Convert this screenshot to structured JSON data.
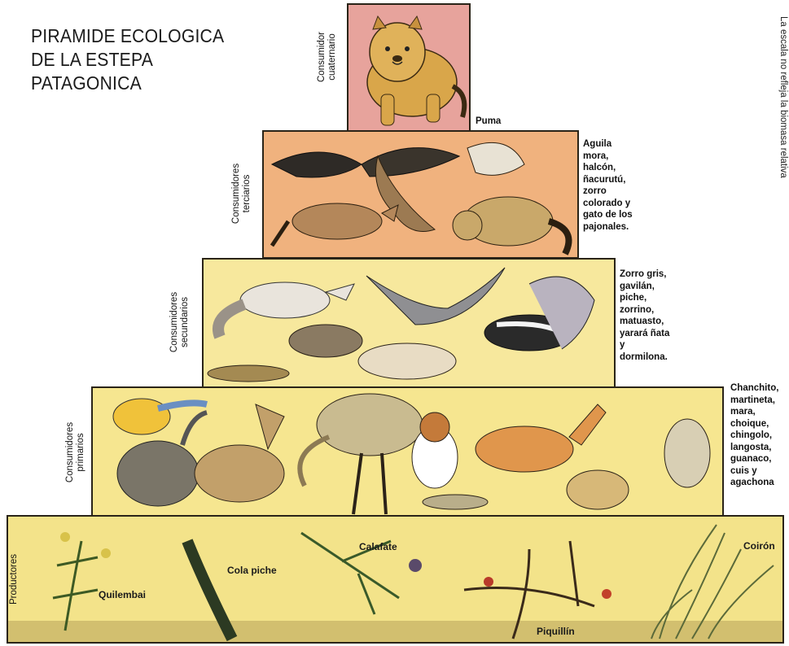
{
  "title": {
    "line1": "PIRAMIDE ECOLOGICA",
    "line2": "DE LA ESTEPA",
    "line3": "PATAGONICA"
  },
  "side_note": "La escala no refleja la biomasa relativa",
  "levels": {
    "quaternary": {
      "label_line1": "Consumidor",
      "label_line2": "cuaternario",
      "species_lines": [
        "Puma"
      ],
      "color": "#e89c96"
    },
    "tertiary": {
      "label_line1": "Consumidores",
      "label_line2": "terciarios",
      "species_lines": [
        "Aguila",
        "mora,",
        "halcón,",
        "ñacurutú,",
        "zorro",
        "colorado y",
        "gato de los",
        "pajonales."
      ],
      "color": "#f1b07a"
    },
    "secondary": {
      "label_line1": "Consumidores",
      "label_line2": "secundarios",
      "species_lines": [
        "Zorro gris,",
        "gavilán,",
        "piche,",
        "zorrino,",
        "matuasto,",
        "yarará ñata",
        "y",
        "dormilona."
      ],
      "color": "#f6e79a"
    },
    "primary": {
      "label_line1": "Consumidores",
      "label_line2": "primarios",
      "species_lines": [
        "Chanchito,",
        "martineta,",
        "mara,",
        "choique,",
        "chingolo,",
        "langosta,",
        "guanaco,",
        "cuis y",
        "agachona"
      ],
      "color": "#f5e58f"
    },
    "producers": {
      "label": "Productores",
      "plants": {
        "quilembai": "Quilembai",
        "cola_piche": "Cola piche",
        "calafate": "Calafate",
        "piquillin": "Piquillín",
        "coiron": "Coirón"
      },
      "color": "#f3e38a"
    }
  }
}
